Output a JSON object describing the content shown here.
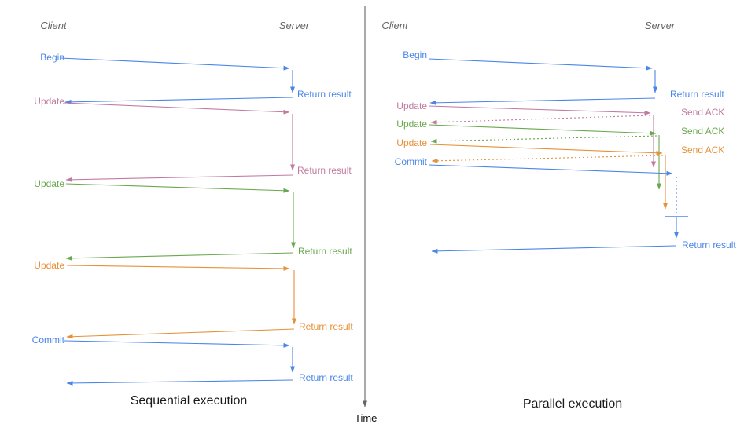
{
  "left_panel": {
    "caption": "Sequential execution",
    "client_header": "Client",
    "server_header": "Server",
    "messages": [
      "Begin",
      "Update",
      "Update",
      "Update",
      "Commit"
    ],
    "responses": [
      "Return result",
      "Return result",
      "Return result",
      "Return result",
      "Return result"
    ]
  },
  "right_panel": {
    "caption": "Parallel execution",
    "client_header": "Client",
    "server_header": "Server",
    "messages": [
      "Begin",
      "Update",
      "Update",
      "Update",
      "Commit"
    ],
    "responses": [
      "Return result",
      "Send ACK",
      "Send ACK",
      "Send ACK",
      "Return result"
    ]
  },
  "time_axis": {
    "label": "Time"
  },
  "colors": {
    "blue": "#4a86e8",
    "pink": "#c27ba0",
    "green": "#6aa84f",
    "orange": "#e69138",
    "axis_gray": "#666666",
    "header_gray": "#666666",
    "caption_black": "#1a1a1a"
  }
}
